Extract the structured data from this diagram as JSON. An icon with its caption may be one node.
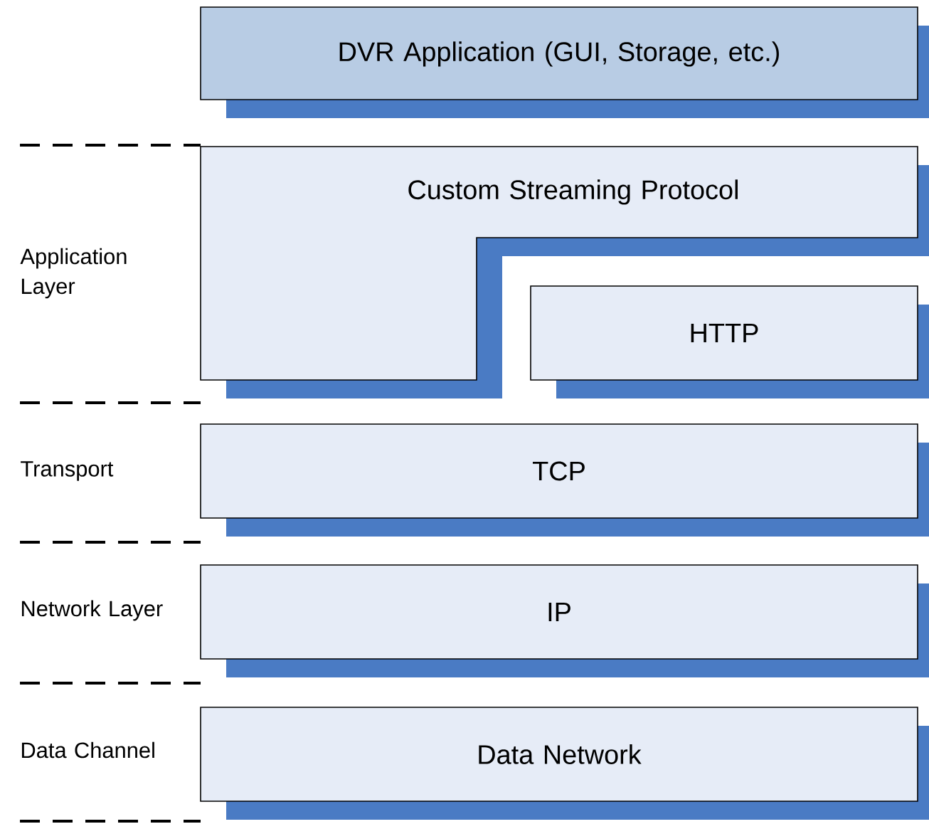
{
  "diagram": {
    "nodes": [
      {
        "text": [
          "DVR Application (GUI, Storage, etc.)"
        ]
      },
      {
        "text": [
          "Custom Streaming Protocol"
        ]
      },
      {
        "text": [
          "HTTP"
        ]
      },
      {
        "text": [
          "TCP"
        ]
      },
      {
        "text": [
          "IP"
        ]
      },
      {
        "text": [
          "Data Network"
        ]
      }
    ],
    "labels": [
      "Application Layer",
      "Transport",
      "Network Layer",
      "Data Channel"
    ]
  }
}
